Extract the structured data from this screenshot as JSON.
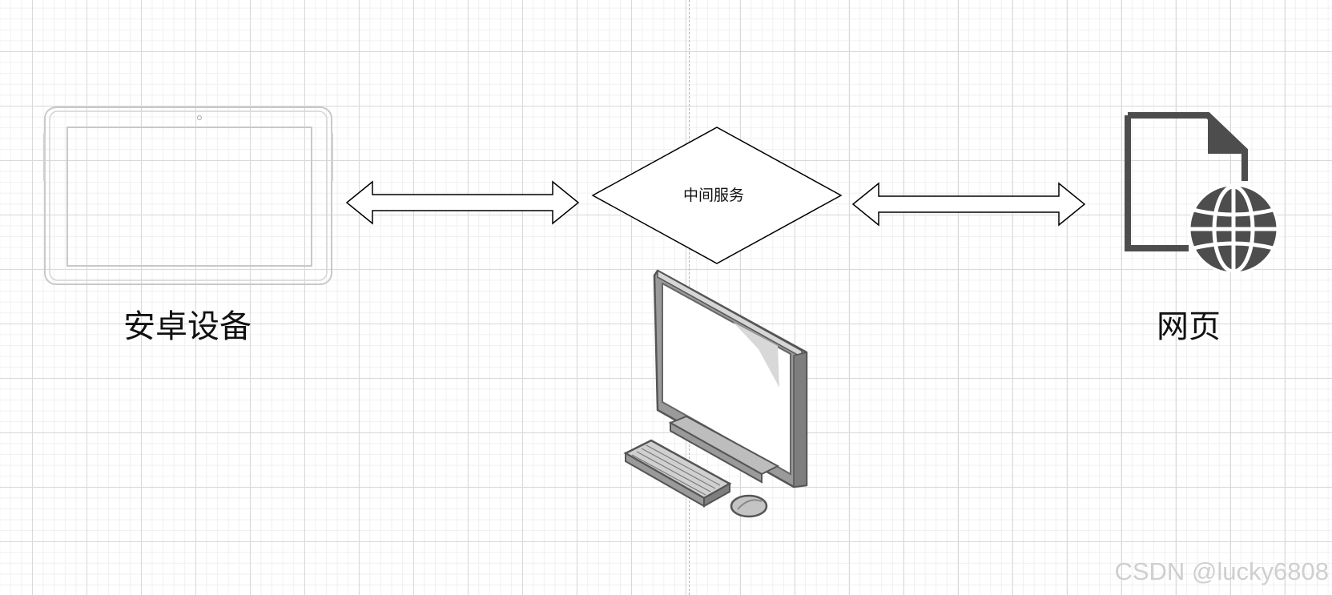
{
  "nodes": {
    "android": {
      "label": "安卓设备",
      "icon": "tablet-icon"
    },
    "middleware": {
      "label": "中间服务",
      "icon": "diamond-shape"
    },
    "computer": {
      "icon": "desktop-computer-icon"
    },
    "web": {
      "label": "网页",
      "icon": "web-page-globe-icon"
    }
  },
  "connections": [
    {
      "from": "安卓设备",
      "to": "中间服务",
      "style": "double-arrow"
    },
    {
      "from": "中间服务",
      "to": "网页",
      "style": "double-arrow"
    }
  ],
  "watermark": "CSDN @lucky6808",
  "colors": {
    "grid_major": "#d9d9d9",
    "grid_minor": "#f0f0f0",
    "icon_dark": "#4d4d4d",
    "tablet_outline": "#c8c8c8"
  }
}
